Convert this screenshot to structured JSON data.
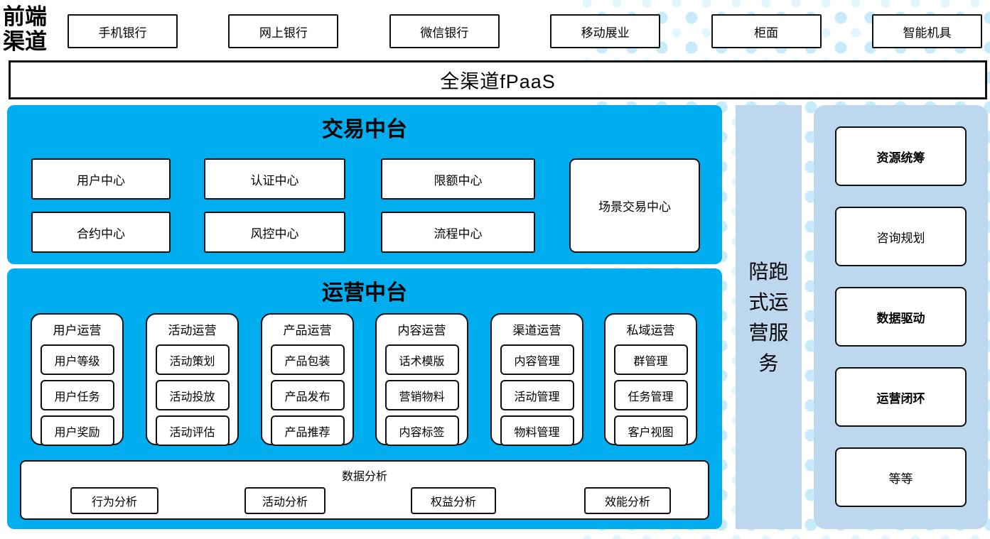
{
  "front_label": {
    "text": "前端渠道",
    "lines": [
      "前端",
      "渠道"
    ]
  },
  "channels": [
    "手机银行",
    "网上银行",
    "微信银行",
    "移动展业",
    "柜面",
    "智能机具"
  ],
  "fpaas_bar": "全渠道fPaaS",
  "trade_platform": {
    "title": "交易中台",
    "boxes_row1": [
      "用户中心",
      "认证中心",
      "限额中心"
    ],
    "boxes_row2": [
      "合约中心",
      "风控中心",
      "流程中心"
    ],
    "scene_box": "场景交易中心"
  },
  "ops_platform": {
    "title": "运营中台",
    "groups": [
      {
        "title": "用户运营",
        "items": [
          "用户等级",
          "用户任务",
          "用户奖励"
        ]
      },
      {
        "title": "活动运营",
        "items": [
          "活动策划",
          "活动投放",
          "活动评估"
        ]
      },
      {
        "title": "产品运营",
        "items": [
          "产品包装",
          "产品发布",
          "产品推荐"
        ]
      },
      {
        "title": "内容运营",
        "items": [
          "话术模版",
          "营销物料",
          "内容标签"
        ]
      },
      {
        "title": "渠道运营",
        "items": [
          "内容管理",
          "活动管理",
          "物料管理"
        ]
      },
      {
        "title": "私域运营",
        "items": [
          "群管理",
          "任务管理",
          "客户视图"
        ]
      }
    ],
    "analysis": {
      "title": "数据分析",
      "items": [
        "行为分析",
        "活动分析",
        "权益分析",
        "效能分析"
      ]
    }
  },
  "companion_band": {
    "text": "陪跑式运营服务",
    "lines": [
      "陪跑",
      "式运",
      "营服",
      "务"
    ]
  },
  "companion_services": [
    {
      "label": "资源统筹",
      "bold": true
    },
    {
      "label": "咨询规划",
      "bold": false
    },
    {
      "label": "数据驱动",
      "bold": true
    },
    {
      "label": "运营闭环",
      "bold": true
    },
    {
      "label": "等等",
      "bold": false
    }
  ],
  "colors": {
    "platform_blue": "#00AEEF",
    "panel_light_blue": "#BDD7EE",
    "dot_blue": "#C7EBFA",
    "border": "#111111"
  }
}
